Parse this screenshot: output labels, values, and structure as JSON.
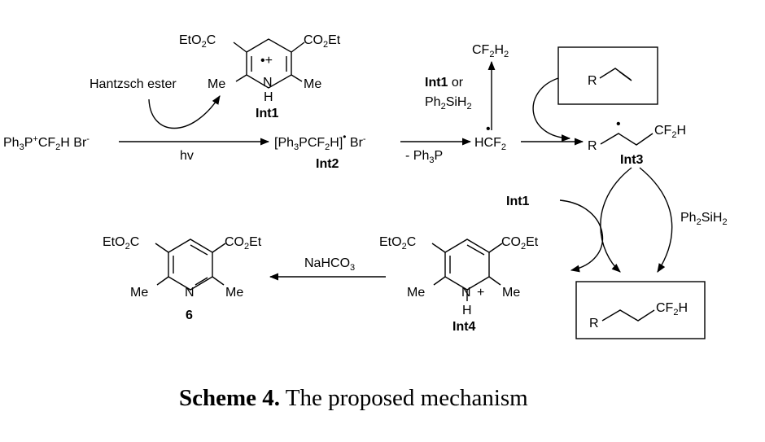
{
  "reagents": {
    "hantzsch": "Hantzsch ester",
    "hv": "hv",
    "minus_ph3p": "- Ph",
    "minus_ph3p_sub": "3",
    "minus_ph3p_tail": "P",
    "int1_or": "Int1",
    "or": " or",
    "ph2sih2_a": "Ph",
    "ph2sih2_sub": "2",
    "ph2sih2_b": "SiH",
    "ph2sih2_sub2": "2",
    "int1_left": "Int1",
    "nahco3_a": "NaHCO",
    "nahco3_sub": "3"
  },
  "labels": {
    "int1": "Int1",
    "int2": "Int2",
    "int3": "Int3",
    "int4": "Int4",
    "cmpd6": "6"
  },
  "caption": {
    "bold": "Scheme 4.",
    "rest": " The proposed mechanism"
  }
}
